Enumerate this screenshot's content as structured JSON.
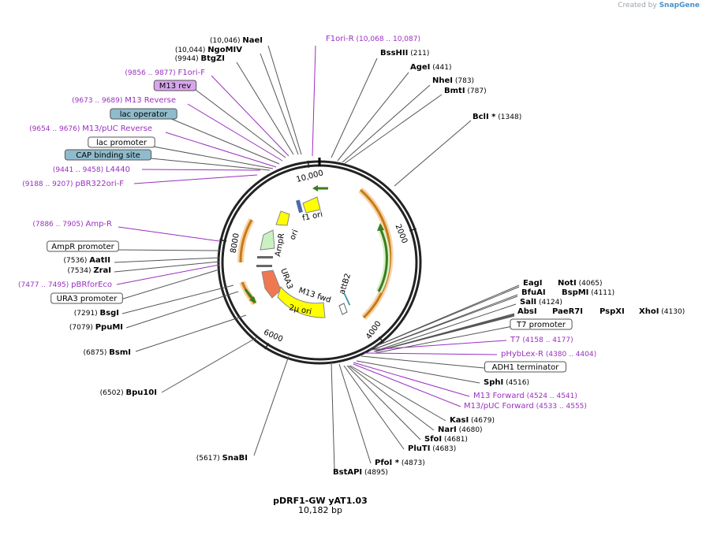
{
  "brand": {
    "prefix": "Created by",
    "name": "SnapGene"
  },
  "plasmid": {
    "name": "pDRF1-GW yAT1.03",
    "length_label": "10,182 bp",
    "length": 10182
  },
  "ticks": [
    {
      "bp": 2000,
      "label": "2000"
    },
    {
      "bp": 4000,
      "label": "4000"
    },
    {
      "bp": 6000,
      "label": "6000"
    },
    {
      "bp": 8000,
      "label": "8000"
    },
    {
      "bp": 10000,
      "label": "10,000"
    }
  ],
  "labels": [
    {
      "name": "NaeI",
      "pos": "(10,046)",
      "kind": "site",
      "side": "left"
    },
    {
      "name": "NgoMIV",
      "pos": "(10,044)",
      "kind": "site",
      "side": "left"
    },
    {
      "name": "BtgZI",
      "pos": "(9944)",
      "kind": "site",
      "side": "left"
    },
    {
      "name": "F1ori-F",
      "pos": "(9856 .. 9877)",
      "kind": "feature",
      "side": "left"
    },
    {
      "name": "M13 rev",
      "pos": "",
      "kind": "box",
      "side": "left",
      "fill": "#d9a6ee"
    },
    {
      "name": "M13 Reverse",
      "pos": "(9673 .. 9689)",
      "kind": "feature",
      "side": "left"
    },
    {
      "name": "lac operator",
      "pos": "",
      "kind": "box",
      "side": "left",
      "fill": "#8fbccd"
    },
    {
      "name": "M13/pUC Reverse",
      "pos": "(9654 .. 9676)",
      "kind": "feature",
      "side": "left"
    },
    {
      "name": "lac promoter",
      "pos": "",
      "kind": "box",
      "side": "left",
      "fill": "#ffffff"
    },
    {
      "name": "CAP binding site",
      "pos": "",
      "kind": "box",
      "side": "left",
      "fill": "#8fbccd"
    },
    {
      "name": "L4440",
      "pos": "(9441 .. 9458)",
      "kind": "feature",
      "side": "left"
    },
    {
      "name": "pBR322ori-F",
      "pos": "(9188 .. 9207)",
      "kind": "feature",
      "side": "left"
    },
    {
      "name": "Amp-R",
      "pos": "(7886 .. 7905)",
      "kind": "feature",
      "side": "left"
    },
    {
      "name": "AmpR promoter",
      "pos": "",
      "kind": "box",
      "side": "left",
      "fill": "#ffffff"
    },
    {
      "name": "AatII",
      "pos": "(7536)",
      "kind": "site",
      "side": "left"
    },
    {
      "name": "ZraI",
      "pos": "(7534)",
      "kind": "site",
      "side": "left"
    },
    {
      "name": "pBRforEco",
      "pos": "(7477 .. 7495)",
      "kind": "feature",
      "side": "left"
    },
    {
      "name": "URA3 promoter",
      "pos": "",
      "kind": "box",
      "side": "left",
      "fill": "#ffffff"
    },
    {
      "name": "BsgI",
      "pos": "(7291)",
      "kind": "site",
      "side": "left"
    },
    {
      "name": "PpuMI",
      "pos": "(7079)",
      "kind": "site",
      "side": "left"
    },
    {
      "name": "BsmI",
      "pos": "(6875)",
      "kind": "site",
      "side": "left"
    },
    {
      "name": "Bpu10I",
      "pos": "(6502)",
      "kind": "site",
      "side": "left"
    },
    {
      "name": "SnaBI",
      "pos": "(5617)",
      "kind": "site",
      "side": "left"
    },
    {
      "name": "F1ori-R",
      "pos": "(10,068 .. 10,087)",
      "kind": "feature",
      "side": "right"
    },
    {
      "name": "BssHII",
      "pos": "(211)",
      "kind": "site",
      "side": "right"
    },
    {
      "name": "AgeI",
      "pos": "(441)",
      "kind": "site",
      "side": "right"
    },
    {
      "name": "NheI",
      "pos": "(783)",
      "kind": "site",
      "side": "right"
    },
    {
      "name": "BmtI",
      "pos": "(787)",
      "kind": "site",
      "side": "right"
    },
    {
      "name": "BclI *",
      "pos": "(1348)",
      "kind": "site",
      "side": "right"
    },
    {
      "name": "EagI",
      "pos": "",
      "kind": "site",
      "side": "right"
    },
    {
      "name": "NotI",
      "pos": "(4065)",
      "kind": "site",
      "side": "right"
    },
    {
      "name": "BfuAI",
      "pos": "",
      "kind": "site",
      "side": "right"
    },
    {
      "name": "BspMI",
      "pos": "(4111)",
      "kind": "site",
      "side": "right"
    },
    {
      "name": "SalI",
      "pos": "(4124)",
      "kind": "site",
      "side": "right"
    },
    {
      "name": "AbsI",
      "pos": "",
      "kind": "site",
      "side": "right"
    },
    {
      "name": "PaeR7I",
      "pos": "",
      "kind": "site",
      "side": "right"
    },
    {
      "name": "PspXI",
      "pos": "",
      "kind": "site",
      "side": "right"
    },
    {
      "name": "XhoI",
      "pos": "(4130)",
      "kind": "site",
      "side": "right"
    },
    {
      "name": "T7 promoter",
      "pos": "",
      "kind": "box",
      "side": "right",
      "fill": "#ffffff"
    },
    {
      "name": "T7",
      "pos": "(4158 .. 4177)",
      "kind": "feature",
      "side": "right"
    },
    {
      "name": "pHybLex-R",
      "pos": "(4380 .. 4404)",
      "kind": "feature",
      "side": "right"
    },
    {
      "name": "ADH1 terminator",
      "pos": "",
      "kind": "box",
      "side": "right",
      "fill": "#ffffff"
    },
    {
      "name": "SphI",
      "pos": "(4516)",
      "kind": "site",
      "side": "right"
    },
    {
      "name": "M13 Forward",
      "pos": "(4524 .. 4541)",
      "kind": "feature",
      "side": "right"
    },
    {
      "name": "M13/pUC Forward",
      "pos": "(4533 .. 4555)",
      "kind": "feature",
      "side": "right"
    },
    {
      "name": "KasI",
      "pos": "(4679)",
      "kind": "site",
      "side": "right"
    },
    {
      "name": "NarI",
      "pos": "(4680)",
      "kind": "site",
      "side": "right"
    },
    {
      "name": "SfoI",
      "pos": "(4681)",
      "kind": "site",
      "side": "right"
    },
    {
      "name": "PluTI",
      "pos": "(4683)",
      "kind": "site",
      "side": "right"
    },
    {
      "name": "PfoI *",
      "pos": "(4873)",
      "kind": "site",
      "side": "right"
    },
    {
      "name": "BstAPI",
      "pos": "(4895)",
      "kind": "site",
      "side": "right"
    }
  ],
  "inner_labels": [
    "f1 ori",
    "ori",
    "AmpR",
    "URA3",
    "M13 fwd",
    "2μ ori",
    "attB2"
  ],
  "colors": {
    "feature_text": "#9a2fc0",
    "orf_orange": "#f5a94a",
    "primer_green": "#3a7d1e",
    "ampr_fill": "#c9f2c0",
    "ura3_fill": "#f07850",
    "ori_yellow": "#ffff00",
    "box_blue": "#8fbccd",
    "box_purple": "#d9a6ee"
  }
}
